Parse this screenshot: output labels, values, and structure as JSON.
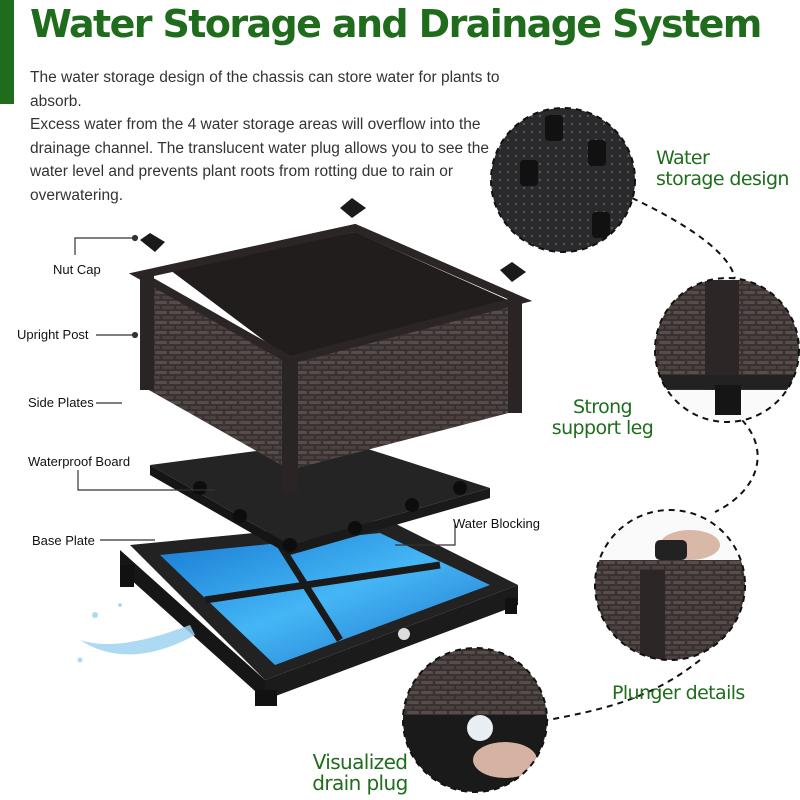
{
  "title": "Water Storage and Drainage System",
  "intro": {
    "paragraph1": "The water storage design of the chassis can store water for plants to absorb.",
    "paragraph2": "Excess water from the 4 water storage areas will overflow into the drainage channel. The translucent water plug allows you to see the water level and prevents plant roots from rotting due to rain or overwatering."
  },
  "parts": {
    "nut_cap": "Nut Cap",
    "upright_post": "Upright Post",
    "side_plates": "Side Plates",
    "waterproof_board": "Waterproof Board",
    "base_plate": "Base Plate",
    "water_blocking": "Water Blocking"
  },
  "features": {
    "water_storage_line1": "Water",
    "water_storage_line2": "storage design",
    "support_leg_line1": "Strong",
    "support_leg_line2": "support leg",
    "plunger": "Plunger details",
    "drain_plug_line1": "Visualized",
    "drain_plug_line2": "drain plug"
  },
  "colors": {
    "accent": "#1f6d1c",
    "planter": "#3a3232",
    "water": "#1f8fe0"
  },
  "icons": [
    "water-splash-icon"
  ]
}
